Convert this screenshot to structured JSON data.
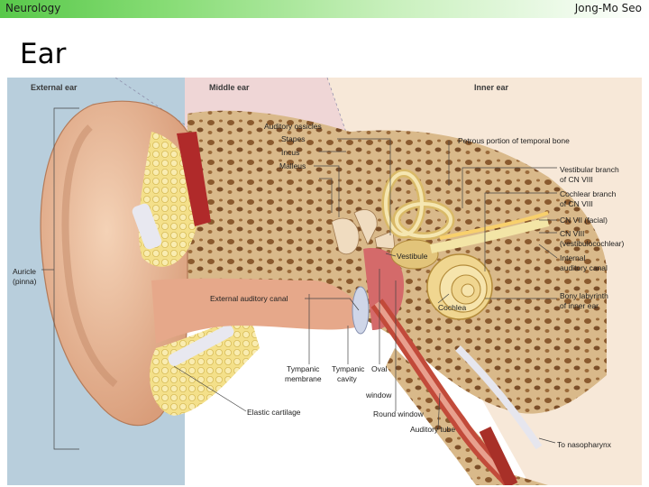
{
  "header": {
    "course": "Neurology",
    "author": "Jong-Mo Seo"
  },
  "slide": {
    "title": "Ear"
  },
  "figure": {
    "zones": {
      "external": "External ear",
      "middle": "Middle ear",
      "inner": "Inner ear"
    },
    "labels": {
      "auricle": "Auricle",
      "pinna": "(pinna)",
      "auditory_ossicles": "Auditory ossicles",
      "stapes": "Stapes",
      "incus": "Incus",
      "malleus": "Malleus",
      "petrous": "Petrous portion of temporal bone",
      "vestibular_branch_1": "Vestibular branch",
      "vestibular_branch_2": "of CN VIII",
      "cochlear_branch_1": "Cochlear branch",
      "cochlear_branch_2": "of CN VIII",
      "cn7": "CN VII (facial)",
      "cn8_1": "CN VIII",
      "cn8_2": "(vestibulocochlear)",
      "internal_canal_1": "Internal",
      "internal_canal_2": "auditory canal",
      "vestibule": "Vestibule",
      "external_canal": "External auditory canal",
      "bony_labyrinth_1": "Bony labyrinth",
      "bony_labyrinth_2": "of inner ear",
      "cochlea": "Cochlea",
      "tympanic_membrane_1": "Tympanic",
      "tympanic_membrane_2": "membrane",
      "tympanic_cavity_1": "Tympanic",
      "tympanic_cavity_2": "cavity",
      "oval_window_1": "Oval",
      "oval_window_2": "window",
      "round_window": "Round window",
      "elastic_cartilage": "Elastic cartilage",
      "auditory_tube": "Auditory tube",
      "nasopharynx": "To nasopharynx"
    }
  }
}
